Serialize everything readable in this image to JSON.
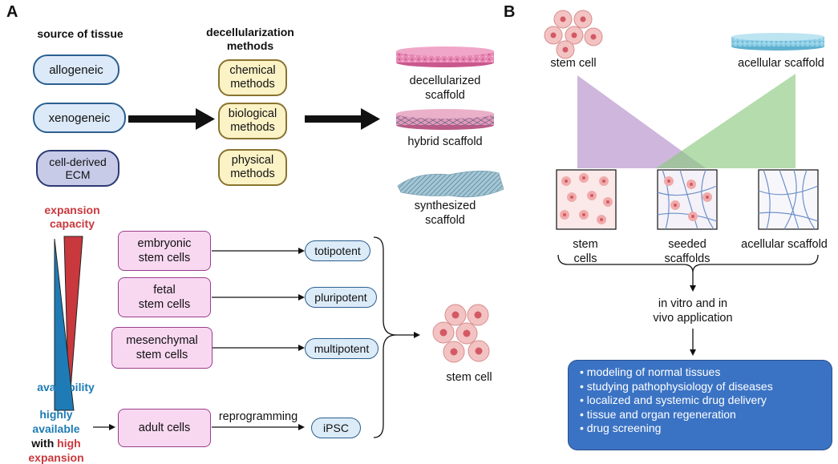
{
  "panel_a": {
    "letter": "A",
    "source_header": "source of tissue",
    "methods_header_line1": "decellularization",
    "methods_header_line2": "methods",
    "sources": [
      {
        "line1": "allogeneic"
      },
      {
        "line1": "xenogeneic"
      },
      {
        "line1": "cell-derived",
        "line2": "ECM"
      }
    ],
    "methods": [
      {
        "line1": "chemical",
        "line2": "methods"
      },
      {
        "line1": "biological",
        "line2": "methods"
      },
      {
        "line1": "physical",
        "line2": "methods"
      }
    ],
    "scaffolds": {
      "decellularized_line1": "decellularized",
      "decellularized_line2": "scaffold",
      "hybrid": "hybrid scaffold",
      "synthesized_line1": "synthesized",
      "synthesized_line2": "scaffold"
    },
    "expansion_line1": "expansion",
    "expansion_line2": "capacity",
    "availability": "availability",
    "note_line1": "highly available",
    "note_with": "with",
    "note_high": "high",
    "note_line3": "expansion capacity",
    "cells": [
      {
        "line1": "embryonic",
        "line2": "stem cells",
        "potency": "totipotent"
      },
      {
        "line1": "fetal",
        "line2": "stem cells",
        "potency": "pluripotent"
      },
      {
        "line1": "mesenchymal",
        "line2": "stem cells",
        "potency": "multipotent"
      },
      {
        "line1": "adult cells",
        "potency": "iPSC",
        "arrow_label": "reprogramming"
      }
    ],
    "stem_cell_label": "stem cell"
  },
  "panel_b": {
    "letter": "B",
    "stem_cell_label": "stem cell",
    "acellular_scaffold_label": "acellular scaffold",
    "bottom": [
      {
        "line1": "stem",
        "line2": "cells"
      },
      {
        "line1": "seeded",
        "line2": "scaffolds"
      },
      {
        "line1": "acellular scaffold"
      }
    ],
    "application_line1": "in vitro and in",
    "application_line2": "vivo application",
    "applications": [
      "• modeling of normal tissues",
      "• studying pathophysiology of diseases",
      "• localized and systemic drug delivery",
      "• tissue and organ regeneration",
      "• drug screening"
    ]
  },
  "colors": {
    "red": "#c9383d",
    "blue": "#1e7bb5",
    "purple_triangle": "#b58fc9",
    "green_triangle": "#8cc97f",
    "apps_box": "#3b73c4"
  }
}
